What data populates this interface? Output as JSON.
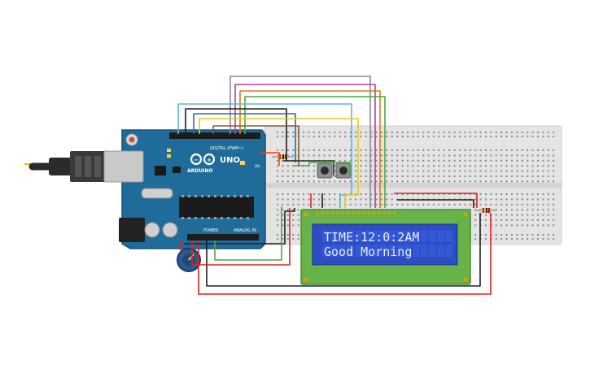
{
  "lcd": {
    "line1": "TIME:12:0:2AM",
    "line2": "Good Morning"
  },
  "arduino": {
    "brand": "ARDUINO",
    "model": "UNO",
    "digital_label": "DIGITAL (PWM~)",
    "power_label": "POWER",
    "analog_label": "ANALOG IN",
    "on_label": "ON"
  },
  "colors": {
    "board": "#1f6c9a",
    "breadboard": "#e4e4e4",
    "lcd_pcb": "#67b34a",
    "lcd_screen": "#2e4cc4"
  }
}
